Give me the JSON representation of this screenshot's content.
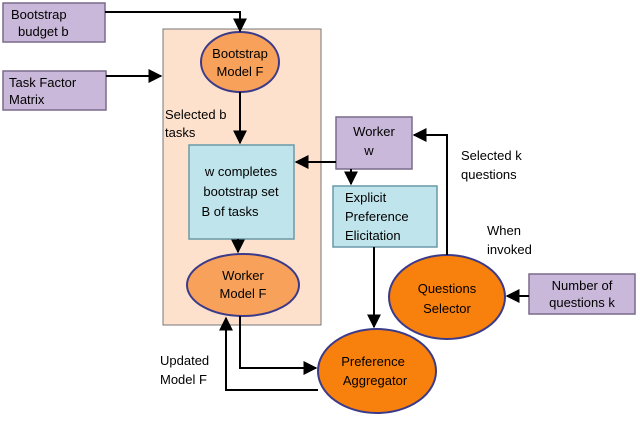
{
  "colors": {
    "input_box_fill": "#c9b8d9",
    "input_box_stroke": "#7a6a8c",
    "module_fill": "#fde1cc",
    "module_stroke": "#777777",
    "ellipse_fill": "#f8a15a",
    "ellipse_stroke": "#3b3b8a",
    "bright_ellipse_fill": "#f8800c",
    "process_box_fill": "#bfe4ec",
    "process_box_stroke": "#6a9aa8",
    "arrow": "#000000"
  },
  "nodes": {
    "bootstrap_budget": {
      "lines": [
        "Bootstrap",
        "budget b"
      ]
    },
    "task_factor_matrix": {
      "lines": [
        "Task Factor",
        "Matrix"
      ]
    },
    "bootstrap_model": {
      "lines": [
        "Bootstrap",
        "Model F"
      ]
    },
    "worker_completes": {
      "lines": [
        "w completes",
        "bootstrap set",
        "B of tasks"
      ]
    },
    "worker_model": {
      "lines": [
        "Worker",
        "Model F"
      ]
    },
    "worker": {
      "lines": [
        "Worker",
        "w"
      ]
    },
    "explicit_elicitation": {
      "lines": [
        "Explicit",
        "Preference",
        "Elicitation"
      ]
    },
    "questions_selector": {
      "lines": [
        "Questions",
        "Selector"
      ]
    },
    "number_of_questions": {
      "lines": [
        "Number of",
        "questions k"
      ]
    },
    "preference_aggregator": {
      "lines": [
        "Preference",
        "Aggregator"
      ]
    }
  },
  "labels": {
    "selected_b_tasks": [
      "Selected b",
      "tasks"
    ],
    "selected_k_questions": [
      "Selected k",
      "questions"
    ],
    "when_invoked": [
      "When",
      "invoked"
    ],
    "updated_model": [
      "Updated",
      "Model F"
    ]
  }
}
